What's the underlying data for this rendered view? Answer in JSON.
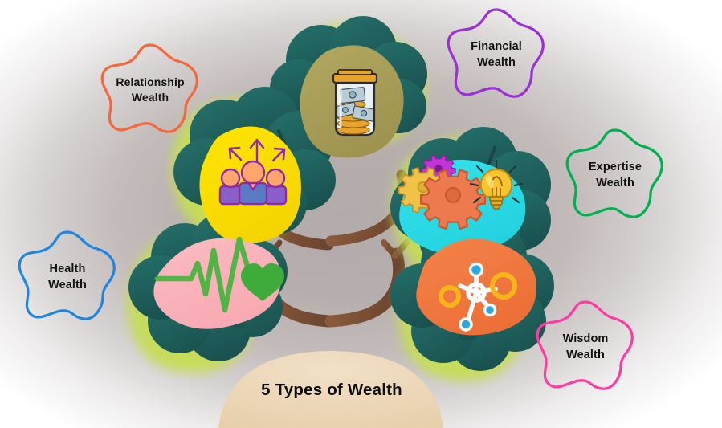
{
  "infographic": {
    "title": "5  Types of Wealth",
    "background": {
      "center_color": "#b3abaa",
      "edge_color": "#ffffff"
    },
    "ground": {
      "name": "ground-mound",
      "color": "#edd9bb"
    },
    "tree": {
      "trunk_color": "#7a4f34",
      "foliage_color": "#1f5f5b",
      "foliage_highlight": "#c6de54"
    },
    "labels": [
      {
        "id": "relationship",
        "line1": "Relationship",
        "line2": "Wealth",
        "outline_color": "#f4683c"
      },
      {
        "id": "financial",
        "line1": "Financial",
        "line2": "Wealth",
        "outline_color": "#9b30d9"
      },
      {
        "id": "expertise",
        "line1": "Expertise",
        "line2": "Wealth",
        "outline_color": "#00b050"
      },
      {
        "id": "health",
        "line1": "Health",
        "line2": "Wealth",
        "outline_color": "#1f86e0"
      },
      {
        "id": "wisdom",
        "line1": "Wisdom",
        "line2": "Wealth",
        "outline_color": "#ff3ba0"
      }
    ],
    "icon_blobs": [
      {
        "id": "financial",
        "icon": "money-jar-icon",
        "blob_color": "#a9a05a"
      },
      {
        "id": "relationship",
        "icon": "three-people-icon",
        "blob_color": "#ffe200"
      },
      {
        "id": "expertise",
        "icon": "gears-lightbulb-icon",
        "blob_color": "#2ddde8"
      },
      {
        "id": "wisdom",
        "icon": "network-nodes-icon",
        "blob_color": "#f07a42"
      },
      {
        "id": "health",
        "icon": "heartbeat-icon",
        "blob_color": "#f9b5bc"
      }
    ]
  }
}
